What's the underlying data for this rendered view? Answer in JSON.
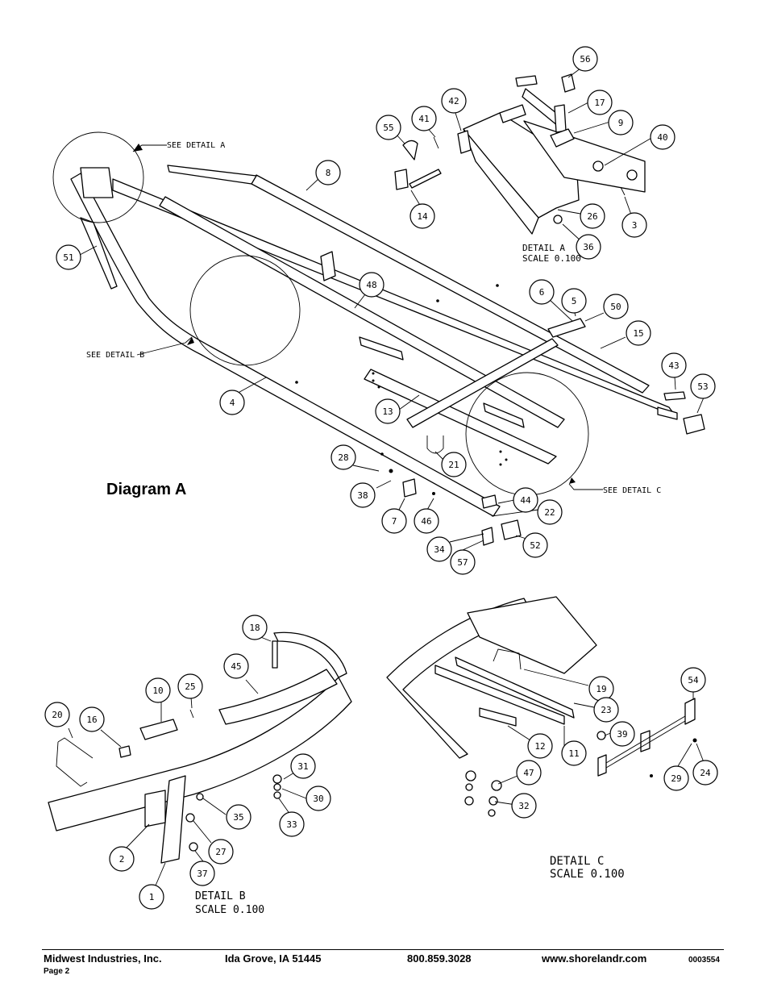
{
  "diagram": {
    "title": "Diagram A",
    "notes": {
      "see_detail_a": "SEE DETAIL A",
      "see_detail_b": "SEE DETAIL B",
      "see_detail_c": "SEE DETAIL C",
      "detail_a": "DETAIL A",
      "scale_a": "SCALE 0.100",
      "detail_b": "DETAIL B",
      "scale_b": "SCALE 0.100",
      "detail_c": "DETAIL C",
      "scale_c": "SCALE 0.100"
    },
    "main_callouts": [
      "8",
      "51",
      "48",
      "4",
      "13",
      "21",
      "6",
      "5",
      "50",
      "15",
      "43",
      "53",
      "28",
      "38",
      "7",
      "46",
      "44",
      "22",
      "34",
      "57",
      "52"
    ],
    "detail_a_callouts": [
      "56",
      "17",
      "9",
      "40",
      "3",
      "42",
      "41",
      "55",
      "14",
      "26",
      "36"
    ],
    "detail_b_callouts": [
      "18",
      "45",
      "10",
      "25",
      "20",
      "16",
      "31",
      "30",
      "33",
      "35",
      "27",
      "2",
      "37",
      "1"
    ],
    "detail_c_callouts": [
      "19",
      "23",
      "12",
      "11",
      "39",
      "54",
      "29",
      "24",
      "47",
      "32"
    ]
  },
  "footer": {
    "company": "Midwest Industries, Inc.",
    "page": "Page 2",
    "location": "Ida Grove, IA  51445",
    "phone": "800.859.3028",
    "website": "www.shorelandr.com",
    "doc_number": "0003554"
  }
}
